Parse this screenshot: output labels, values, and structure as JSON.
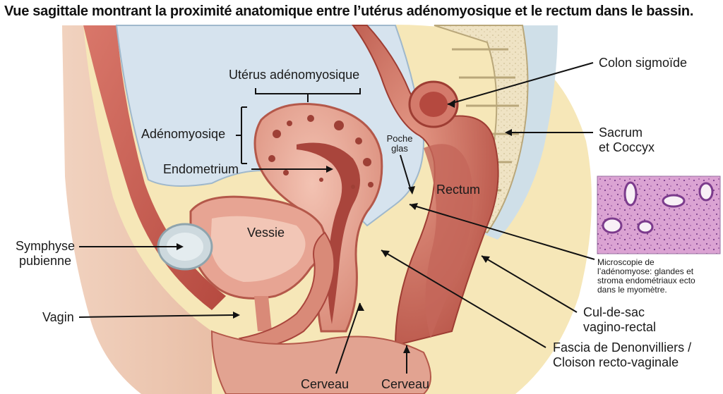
{
  "title": "Vue sagittale montrant la proximité anatomique entre l’utérus adénomyosique et le rectum dans le bassin.",
  "labels": {
    "uterus": "Utérus adénomyosique",
    "adenomyosis": "Adénomyosiqe",
    "endometrium": "Endometrium",
    "pouch_line1": "Poche",
    "pouch_line2": "glas",
    "colon": "Colon sigmoïde",
    "sacrum_line1": "Sacrum",
    "sacrum_line2": "et Coccyx",
    "rectum": "Rectum",
    "bladder": "Vessie",
    "symphysis_line1": "Symphyse",
    "symphysis_line2": "pubienne",
    "vagina": "Vagin",
    "micro_line1": "Microscopie de",
    "micro_line2": "l’adénomyose: glandes et",
    "micro_line3": "stroma endométriaux ecto",
    "micro_line4": "dans le myomètre.",
    "culdesac_line1": "Cul-de-sac",
    "culdesac_line2": "vagino-rectal",
    "fascia_line1": "Fascia de Denonvilliers /",
    "fascia_line2": "Cloison recto-vaginale",
    "cervix_left": "Cerveau",
    "cervix_right": "Cerveau"
  },
  "colors": {
    "muscle": "#c9655a",
    "tissue_pink": "#efb7a6",
    "fat": "#f6e7b8",
    "cavity_blue": "#d6e3ee",
    "bone": "#efe3c4",
    "histology": "#d79ad0"
  }
}
